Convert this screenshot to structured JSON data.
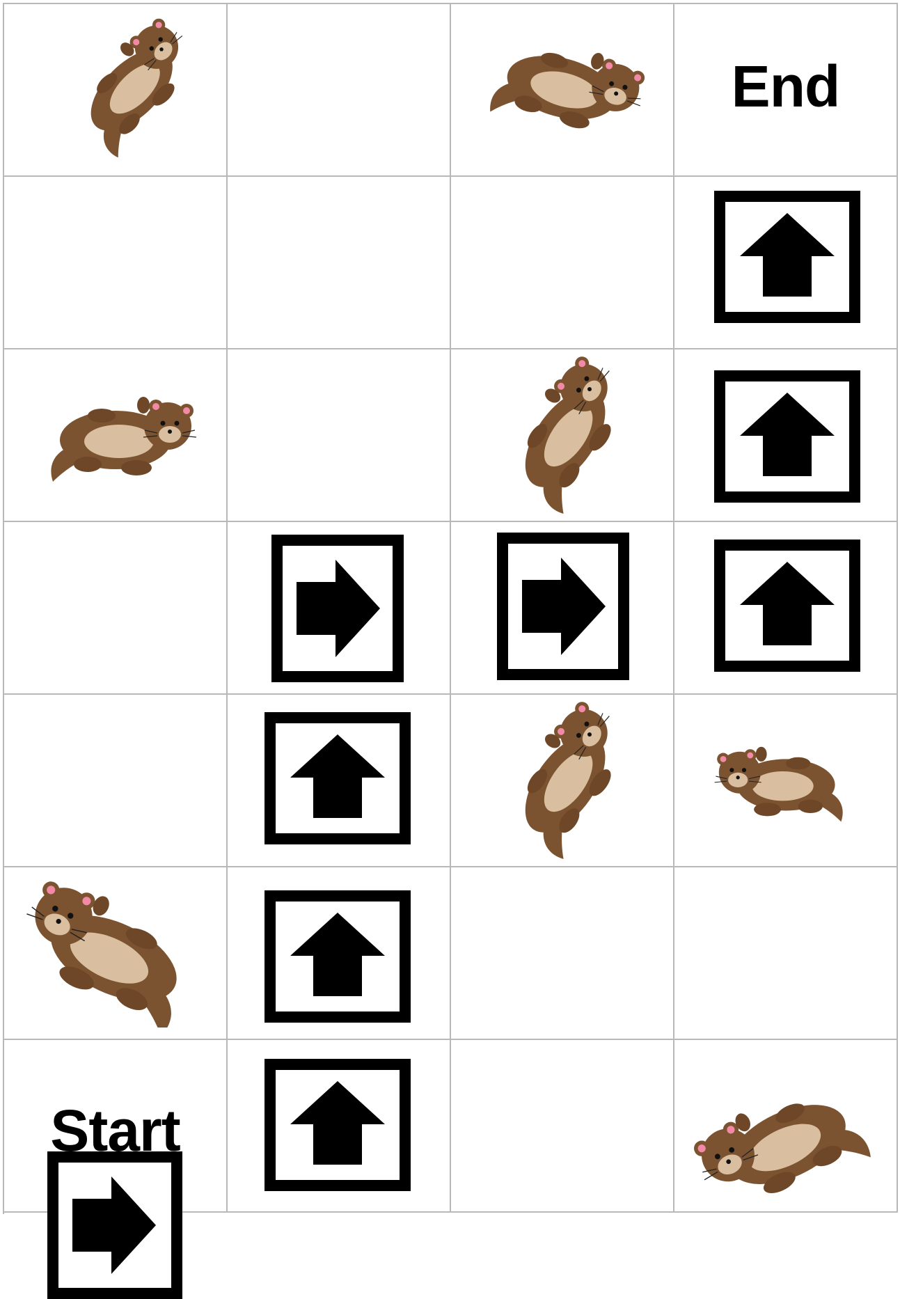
{
  "board": {
    "start_label": "Start",
    "end_label": "End"
  },
  "colors": {
    "grid_line": "#b8b8b8",
    "otter_body": "#7b5330",
    "otter_belly": "#d9bf9f",
    "otter_ear": "#f28aa6",
    "arrow": "#000000"
  },
  "cells": [
    [
      {
        "content": "otter"
      },
      {
        "content": "empty"
      },
      {
        "content": "otter"
      },
      {
        "content": "end-label"
      }
    ],
    [
      {
        "content": "empty"
      },
      {
        "content": "empty"
      },
      {
        "content": "empty"
      },
      {
        "content": "arrow",
        "direction": "up"
      }
    ],
    [
      {
        "content": "otter"
      },
      {
        "content": "empty"
      },
      {
        "content": "otter"
      },
      {
        "content": "arrow",
        "direction": "up"
      }
    ],
    [
      {
        "content": "empty"
      },
      {
        "content": "arrow",
        "direction": "right"
      },
      {
        "content": "arrow",
        "direction": "right"
      },
      {
        "content": "arrow",
        "direction": "up"
      }
    ],
    [
      {
        "content": "empty"
      },
      {
        "content": "arrow",
        "direction": "up"
      },
      {
        "content": "otter"
      },
      {
        "content": "otter"
      }
    ],
    [
      {
        "content": "otter"
      },
      {
        "content": "arrow",
        "direction": "up"
      },
      {
        "content": "empty"
      },
      {
        "content": "empty"
      }
    ],
    [
      {
        "content": "start-label",
        "arrow_direction": "right"
      },
      {
        "content": "arrow",
        "direction": "up"
      },
      {
        "content": "empty"
      },
      {
        "content": "otter"
      }
    ]
  ]
}
